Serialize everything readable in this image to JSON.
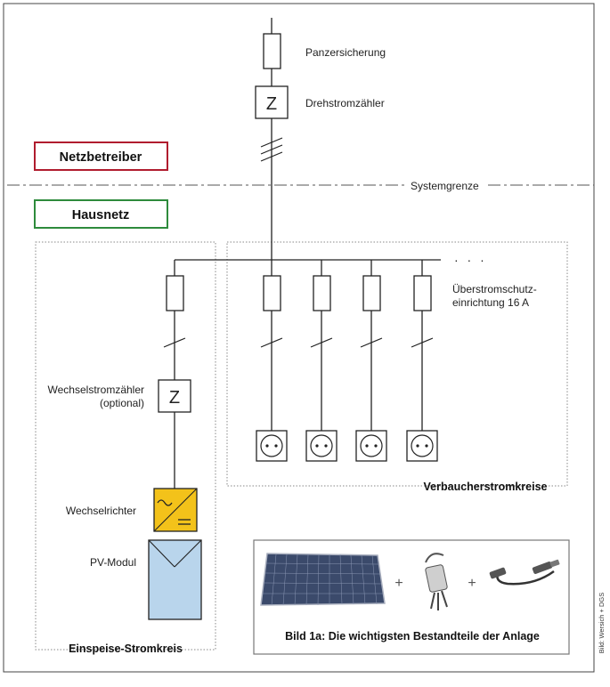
{
  "operator_label": "Netzbetreiber",
  "home_label": "Hausnetz",
  "boundary_label": "Systemgrenze",
  "labels": {
    "panzersicherung": "Panzersicherung",
    "drehstromzaehler": "Drehstromzähler",
    "ueberstrom_line1": "Überstromschutz-",
    "ueberstrom_line2": "einrichtung 16 A",
    "wechselstromzaehler_line1": "Wechselstromzähler",
    "wechselstromzaehler_line2": "(optional)",
    "wechselrichter": "Wechselrichter",
    "pv_modul": "PV-Modul",
    "verbraucher": "Verbaucherstromkreise",
    "einspeise": "Einspeise-Stromkreis",
    "meter_symbol": "Z",
    "ellipsis": "· · ·"
  },
  "inset": {
    "caption": "Bild 1a: Die wichtigsten Bestandteile der Anlage",
    "plus": "+"
  },
  "credit": "Bild: Wersich + DGS",
  "colors": {
    "operator_border": "#b01c2e",
    "home_border": "#2e8b3c",
    "inverter_fill": "#f3c21a",
    "pv_fill": "#b9d5ec"
  }
}
